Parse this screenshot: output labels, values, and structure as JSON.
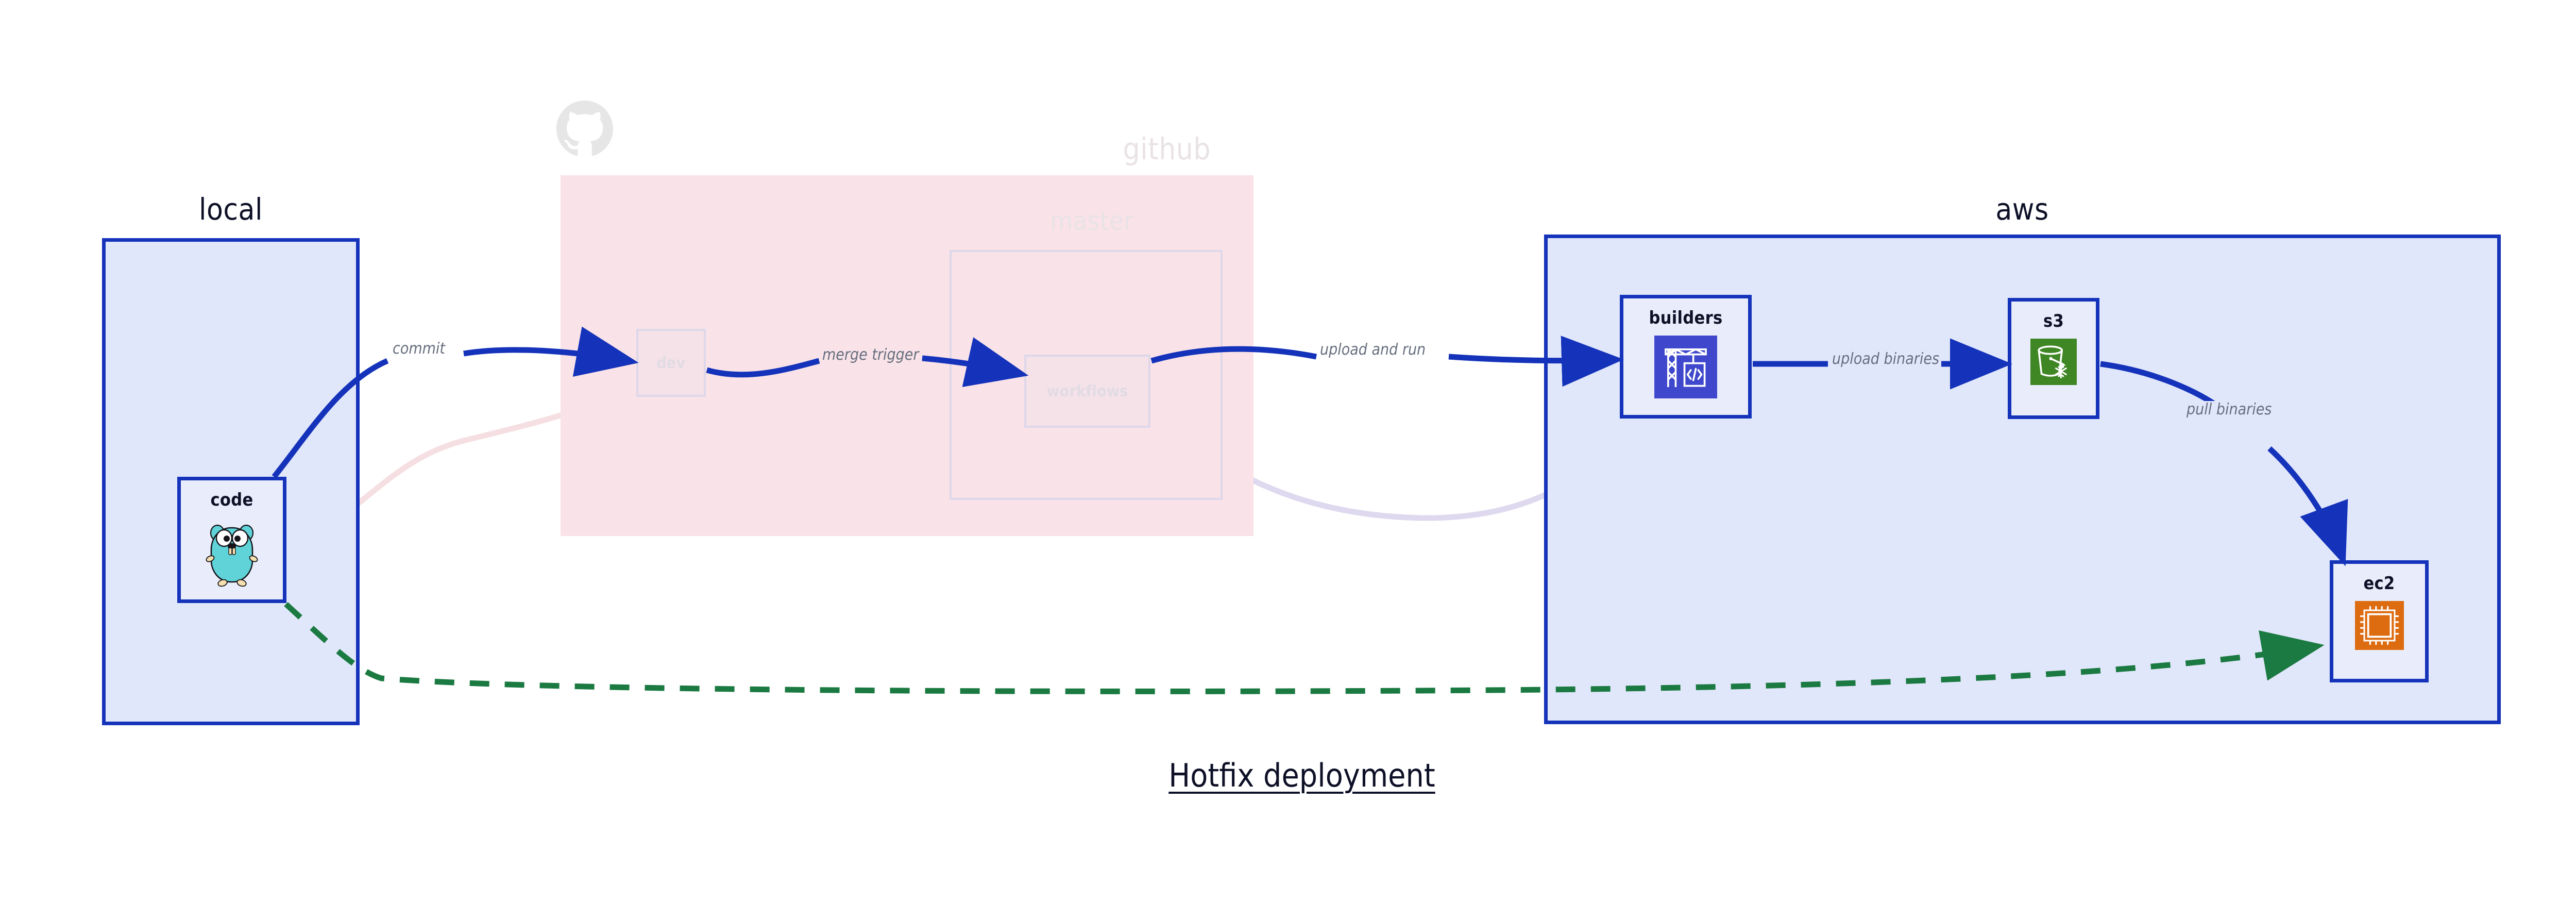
{
  "diagram": {
    "title": "Hotfix deployment",
    "colors": {
      "group_border_blue": "#1433ba",
      "group_fill_blue": "#e1e7fb",
      "group_fill_pink": "#f9e3e8",
      "node_fill": "#e9edfb",
      "edge_blue": "#1433ba",
      "edge_green": "#1b7a41",
      "edge_label_gray": "#666e7e",
      "ghost_gray": "#ded7ea",
      "aws_codebuild_icon": "#3f48cc",
      "aws_s3_icon": "#3f8624",
      "aws_ec2_icon": "#dd6b10",
      "go_gopher_cyan": "#5fd3d8"
    }
  },
  "groups": [
    {
      "id": "local",
      "label": "local",
      "faded": false
    },
    {
      "id": "github",
      "label": "github",
      "faded": true
    },
    {
      "id": "master",
      "label": "master",
      "faded": true
    },
    {
      "id": "aws",
      "label": "aws",
      "faded": false
    }
  ],
  "nodes": [
    {
      "id": "code",
      "label": "code",
      "group": "local",
      "icon": "go-gopher-icon",
      "faded": false
    },
    {
      "id": "dev",
      "label": "dev",
      "group": "github",
      "icon": "none",
      "faded": true
    },
    {
      "id": "workflows",
      "label": "workflows",
      "group": "master",
      "icon": "none",
      "faded": true
    },
    {
      "id": "builders",
      "label": "builders",
      "group": "aws",
      "icon": "aws-codebuild-icon",
      "faded": false
    },
    {
      "id": "s3",
      "label": "s3",
      "group": "aws",
      "icon": "aws-s3-icon",
      "faded": false
    },
    {
      "id": "ec2",
      "label": "ec2",
      "group": "aws",
      "icon": "aws-ec2-icon",
      "faded": false
    }
  ],
  "edges": [
    {
      "id": "e1",
      "from": "code",
      "to": "dev",
      "label": "commit",
      "style": "solid",
      "color": "#1433ba"
    },
    {
      "id": "e2",
      "from": "dev",
      "to": "workflows",
      "label": "merge trigger",
      "style": "solid",
      "color": "#1433ba"
    },
    {
      "id": "e3",
      "from": "workflows",
      "to": "builders",
      "label": "upload and run",
      "style": "solid",
      "color": "#1433ba"
    },
    {
      "id": "e4",
      "from": "builders",
      "to": "s3",
      "label": "upload binaries",
      "style": "solid",
      "color": "#1433ba"
    },
    {
      "id": "e5",
      "from": "s3",
      "to": "ec2",
      "label": "pull binaries",
      "style": "solid",
      "color": "#1433ba"
    },
    {
      "id": "e6",
      "from": "code",
      "to": "ec2",
      "label": "",
      "style": "dashed",
      "color": "#1b7a41"
    }
  ],
  "icons": {
    "github_logo": "github-octocat-icon",
    "code": "go-gopher-icon",
    "builders": "aws-codebuild-icon",
    "s3": "aws-s3-icon",
    "ec2": "aws-ec2-icon"
  }
}
